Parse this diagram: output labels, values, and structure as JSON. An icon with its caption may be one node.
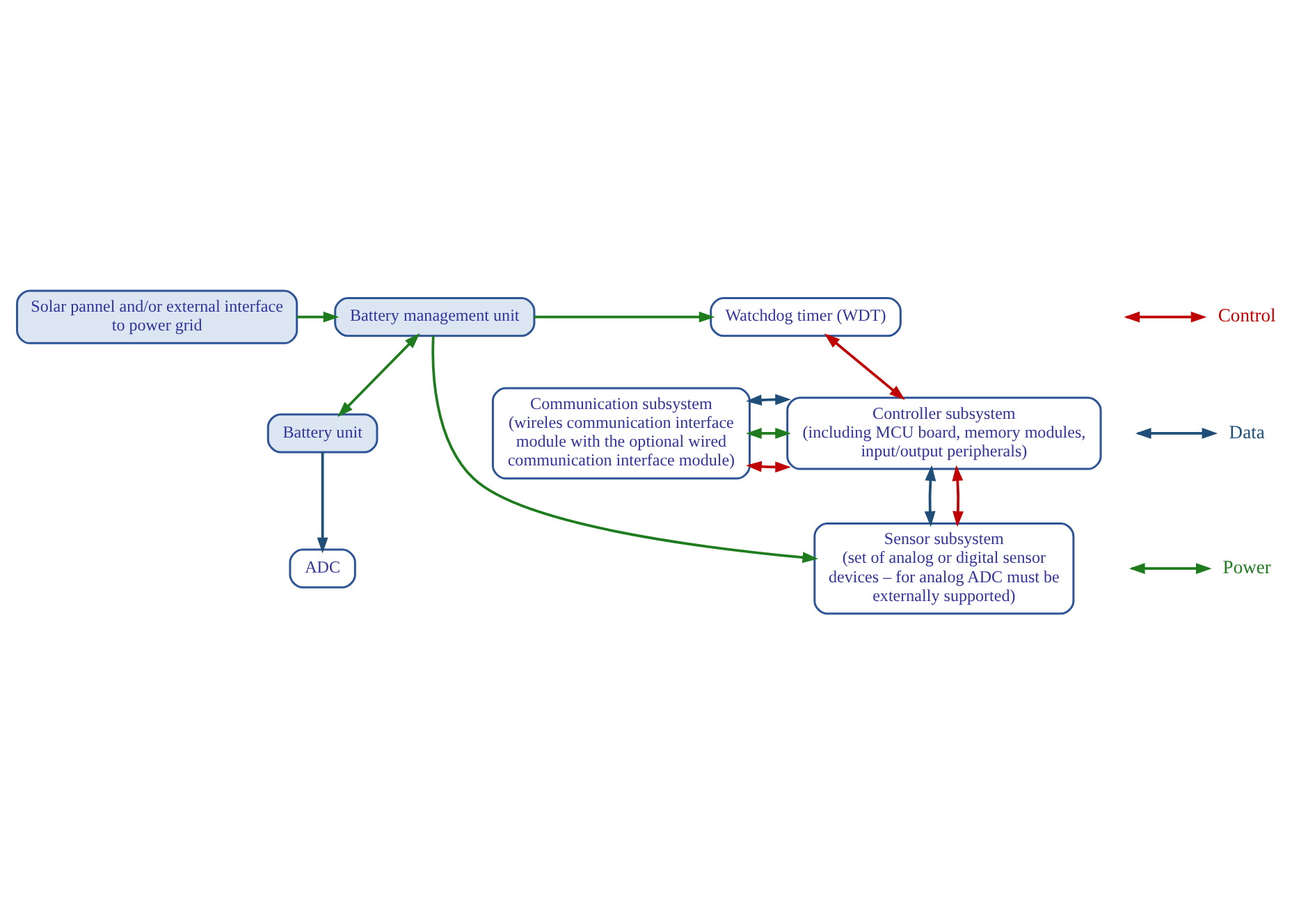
{
  "diagram": {
    "nodes": [
      {
        "text": [
          "Battery unit"
        ]
      },
      {
        "text": [
          "Solar pannel and/or external interface to power grid"
        ]
      },
      {
        "text": [
          "Battery management unit"
        ]
      },
      {
        "text": [
          "Watchdog timer (WDT)"
        ]
      },
      {
        "text": [
          "ADC"
        ]
      },
      {
        "text": [
          "Communication subsystem",
          "(wireles communication interface module with the optional wired communication interface module)"
        ]
      },
      {
        "text": [
          "Controller subsystem",
          "(including MCU board, memory modules, input/output peripherals)"
        ]
      },
      {
        "text": [
          "Sensor subsystem",
          "(set of analog or digital sensor devices – for analog ADC must be externally supported)"
        ]
      }
    ],
    "edges": [
      {
        "from": 1,
        "to": 2,
        "arrow": "to"
      },
      {
        "from": 2,
        "to": 0,
        "arrow": "both"
      },
      {
        "from": 2,
        "to": 3,
        "arrow": "to"
      },
      {
        "from": 0,
        "to": 4,
        "arrow": "to",
        "color": "#1f4e79"
      },
      {
        "from": 3,
        "to": 6,
        "arrow": "both",
        "color": "#c00000"
      },
      {
        "from": 5,
        "to": 6,
        "arrow": "both",
        "color": "#c00000"
      },
      {
        "from": 5,
        "to": 6,
        "arrow": "both"
      },
      {
        "from": 5,
        "to": 6,
        "arrow": "both",
        "color": "#1f4e79"
      },
      {
        "from": 2,
        "to": 7,
        "arrow": "to"
      },
      {
        "from": 6,
        "to": 7,
        "arrow": "both",
        "color": "#1f4e79"
      },
      {
        "from": 6,
        "to": 7,
        "arrow": "both",
        "color": "#c00000"
      }
    ],
    "legend": [
      {
        "text": "Control"
      },
      {
        "text": "Data"
      },
      {
        "text": "Power"
      }
    ]
  }
}
